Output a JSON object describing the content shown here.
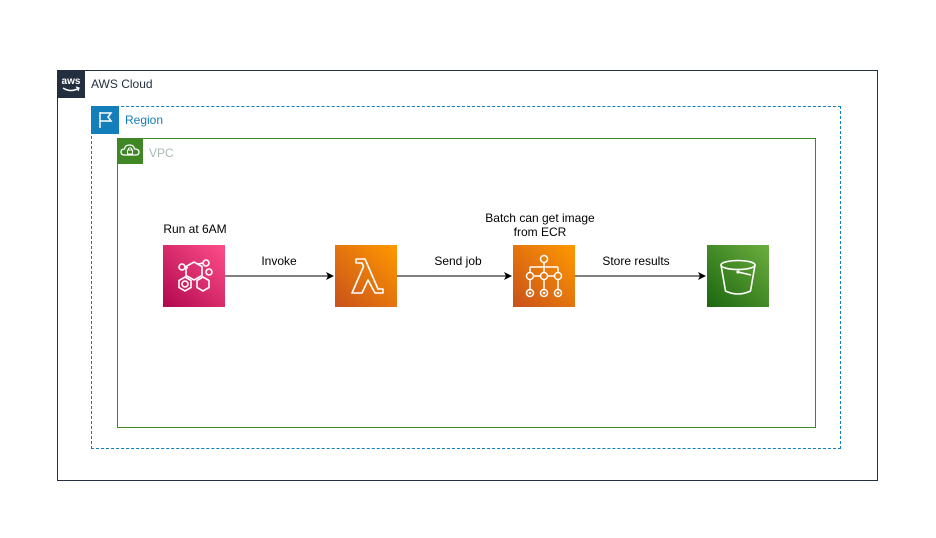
{
  "groups": {
    "aws_cloud": {
      "label": "AWS Cloud",
      "color": "#232f3e"
    },
    "region": {
      "label": "Region",
      "color": "#147eba"
    },
    "vpc": {
      "label": "VPC",
      "color": "#3f8624",
      "label_color": "#aab7b8"
    }
  },
  "services": [
    {
      "name": "eventbridge",
      "icon": "eventbridge-icon",
      "color": "#e7157b"
    },
    {
      "name": "lambda",
      "icon": "lambda-icon",
      "color": "#ff9900"
    },
    {
      "name": "batch",
      "icon": "batch-icon",
      "color": "#ff9900"
    },
    {
      "name": "s3",
      "icon": "s3-bucket-icon",
      "color": "#6cae3e"
    }
  ],
  "labels": {
    "run_at": "Run at 6AM",
    "batch_note_line1": "Batch can get image",
    "batch_note_line2": "from ECR"
  },
  "edges": [
    {
      "from": "eventbridge",
      "to": "lambda",
      "label": "Invoke"
    },
    {
      "from": "lambda",
      "to": "batch",
      "label": "Send job"
    },
    {
      "from": "batch",
      "to": "s3",
      "label": "Store results"
    }
  ]
}
